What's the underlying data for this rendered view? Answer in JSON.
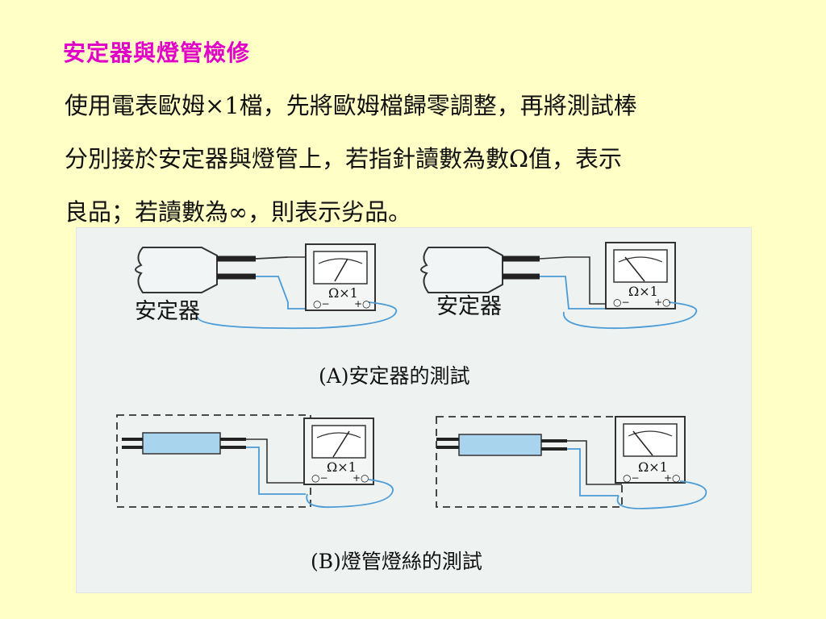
{
  "slide": {
    "title": "安定器與燈管檢修",
    "paragraph_lines": [
      "使用電表歐姆×1檔，先將歐姆檔歸零調整，再將測試棒",
      "分別接於安定器與燈管上，若指針讀數為數Ω值，表示",
      "良品；若讀數為∞，則表示劣品。"
    ]
  },
  "figure": {
    "ballast_label": "安定器",
    "meter_scale": "Ω×1",
    "terminal_neg": "○−",
    "terminal_pos": "+○",
    "caption_a": "(A)安定器的測試",
    "caption_b": "(B)燈管燈絲的測試"
  },
  "colors": {
    "title": "#e000c8",
    "background": "#ffffc6",
    "figure_bg": "#eef3f2",
    "wire_blue": "#4a9bd6",
    "tube_fill": "#a9d4ee"
  }
}
